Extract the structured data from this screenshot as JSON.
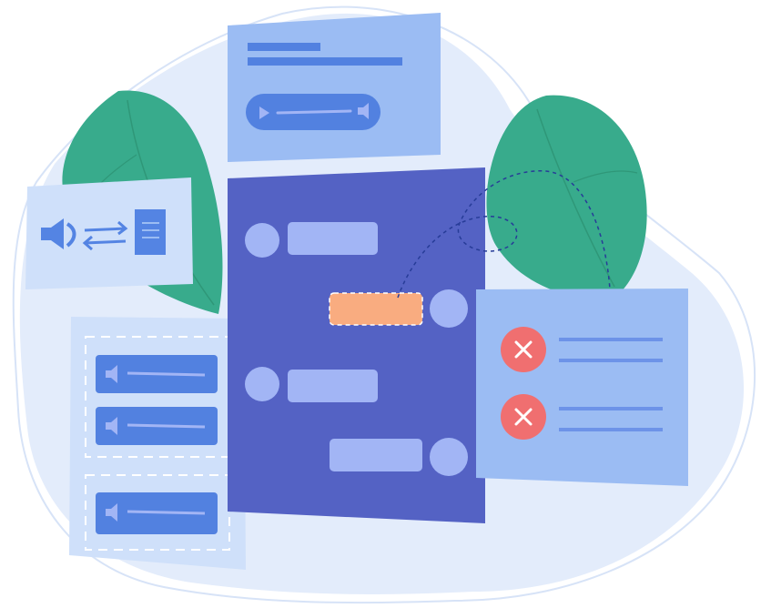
{
  "colors": {
    "background": "#ffffff",
    "blob": "#e3ecfb",
    "blob_outline": "#d7e3f7",
    "leaf": "#38ab8c",
    "chat_panel": "#5462c4",
    "chat_bubble": "#a2b5f5",
    "chat_bubble_highlight": "#f9ac80",
    "card_light": "#cfe0fa",
    "card_medium": "#9bbcf3",
    "player_bar": "#5281e0",
    "line": "#6d93e8",
    "icon": "#5484e3",
    "error": "#f06f70",
    "connector": "#273c98"
  },
  "illustration": {
    "top_card": {
      "icons": [
        "play-icon",
        "volume-icon"
      ]
    },
    "audio_convert_card": {
      "icons": [
        "speaker-icon",
        "swap-arrows-icon",
        "document-icon"
      ]
    },
    "chat_panel": {
      "messages": [
        {
          "side": "left",
          "highlighted": false
        },
        {
          "side": "right",
          "highlighted": true
        },
        {
          "side": "left",
          "highlighted": false
        },
        {
          "side": "right",
          "highlighted": false
        }
      ]
    },
    "audio_list_card": {
      "groups": [
        {
          "clips": 2
        },
        {
          "clips": 1
        }
      ],
      "icons": [
        "speaker-icon"
      ]
    },
    "error_card": {
      "items": [
        {
          "icon": "close-icon"
        },
        {
          "icon": "close-icon"
        }
      ]
    }
  }
}
